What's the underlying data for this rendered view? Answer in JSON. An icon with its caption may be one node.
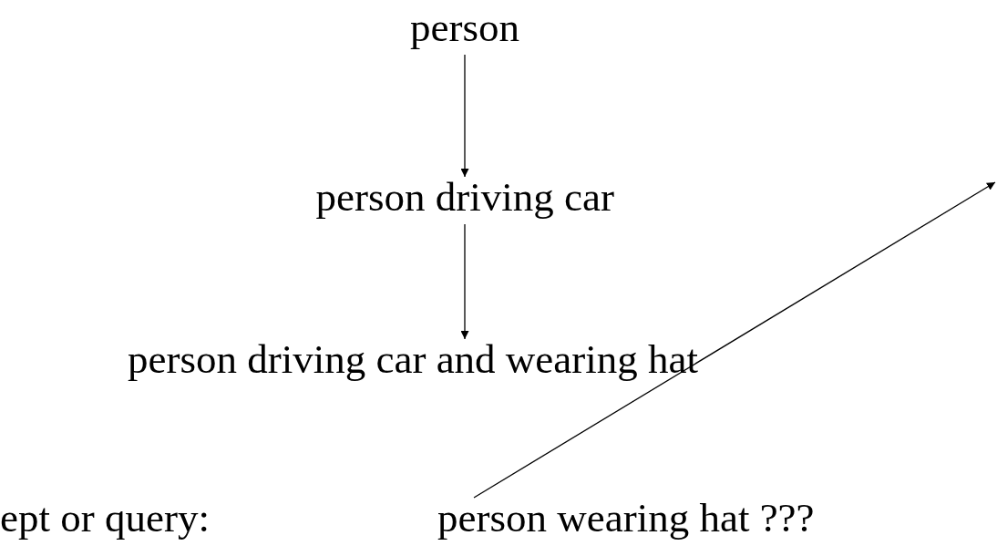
{
  "diagram": {
    "nodes": [
      {
        "text": [
          "person"
        ]
      },
      {
        "text": [
          "person driving car"
        ]
      },
      {
        "text": [
          "person driving car and wearing hat"
        ]
      },
      {
        "text": [
          "person wearing hat ???"
        ]
      }
    ],
    "edges": [
      {
        "from": 0,
        "to": 1,
        "arrow": "to"
      },
      {
        "from": 1,
        "to": 2,
        "arrow": "to"
      },
      {
        "from": 3,
        "to": null,
        "arrow": "to"
      }
    ],
    "labels": [
      "ept or query:"
    ]
  }
}
